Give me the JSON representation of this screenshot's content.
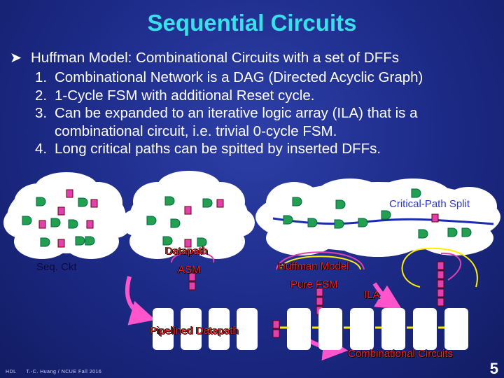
{
  "title": "Sequential Circuits",
  "bullet": "Huffman Model: Combinational Circuits with a set of DFFs",
  "items": [
    {
      "num": "1.",
      "text": "Combinational Network is a DAG (Directed Acyclic Graph)"
    },
    {
      "num": "2.",
      "text": "1-Cycle FSM with additional Reset cycle."
    },
    {
      "num": "3.",
      "text": "Can be expanded to an iterative logic array (ILA) that is a",
      "cont": "combinational circuit, i.e. trivial 0-cycle FSM."
    },
    {
      "num": "4.",
      "text": "Long critical paths can be spitted by inserted DFFs."
    }
  ],
  "labels": {
    "critical_path": "Critical-Path Split",
    "seq_ckt": "Seq. Ckt",
    "datapath": "Datapath",
    "asm": "ASM",
    "huffman": "Huffman Model",
    "pure_fsm": "Pure FSM",
    "ila": "ILA",
    "pipelined": "Pipelined Datapath",
    "combinational": "Combinational Circuits"
  },
  "footer": {
    "course": "HDL",
    "author": "T.-C. Huang / NCUE  Fall 2016"
  },
  "page_number": "5",
  "colors": {
    "title": "#38e0ea",
    "gate": "#22a050",
    "dff": "#e040b0",
    "pipeline_arrow": "#ffee00",
    "loop_arrow": "#e040b0"
  }
}
